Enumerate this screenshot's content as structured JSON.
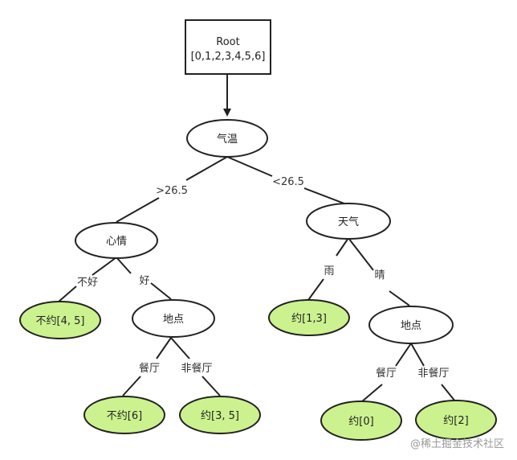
{
  "root": {
    "line1": "Root",
    "line2": "[0,1,2,3,4,5,6]"
  },
  "nodes": {
    "temp": "气温",
    "mood": "心情",
    "weather": "天气",
    "not_date_45": "不约[4, 5]",
    "place_left": "地点",
    "date_13": "约[1,3]",
    "place_right": "地点",
    "not_date_6": "不约[6]",
    "date_35": "约[3, 5]",
    "date_0": "约[0]",
    "date_2": "约[2]"
  },
  "edges": {
    "gt": ">26.5",
    "lt": "<26.5",
    "bad_mood": "不好",
    "good_mood": "好",
    "rain": "雨",
    "sunny": "晴",
    "restaurant_l": "餐厅",
    "non_restaurant_l": "非餐厅",
    "restaurant_r": "餐厅",
    "non_restaurant_r": "非餐厅"
  },
  "colors": {
    "leaf_fill": "#ccf28f",
    "stroke": "#222222"
  },
  "watermark": "@稀土掘金技术社区"
}
